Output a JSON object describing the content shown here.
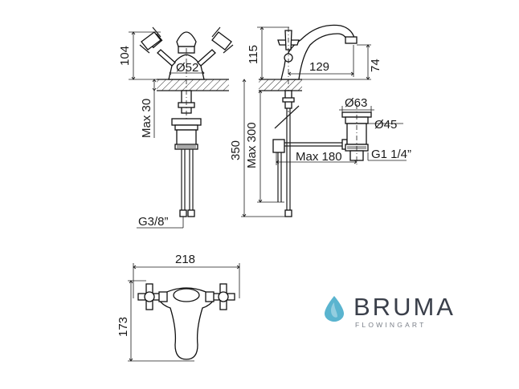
{
  "drawing": {
    "front_view": {
      "height_label": "104",
      "diameter_label": "Ø52",
      "max_thickness_label": "Max 30",
      "thread_label": "G3/8”"
    },
    "side_view": {
      "height_label": "115",
      "reach_label": "129",
      "spout_height_label": "74",
      "total_length_label": "350",
      "max_length_label": "Max 300",
      "max_reach_label": "Max 180",
      "waste_diameter_outer_label": "Ø63",
      "waste_diameter_inner_label": "Ø45",
      "waste_thread_label": "G1 1/4”"
    },
    "top_view": {
      "width_label": "218",
      "depth_label": "173"
    }
  },
  "brand": {
    "name": "BRUMA",
    "tagline": "FLOWINGART",
    "drop_color": "#5ab4cf",
    "text_color": "#3a3f4a"
  }
}
